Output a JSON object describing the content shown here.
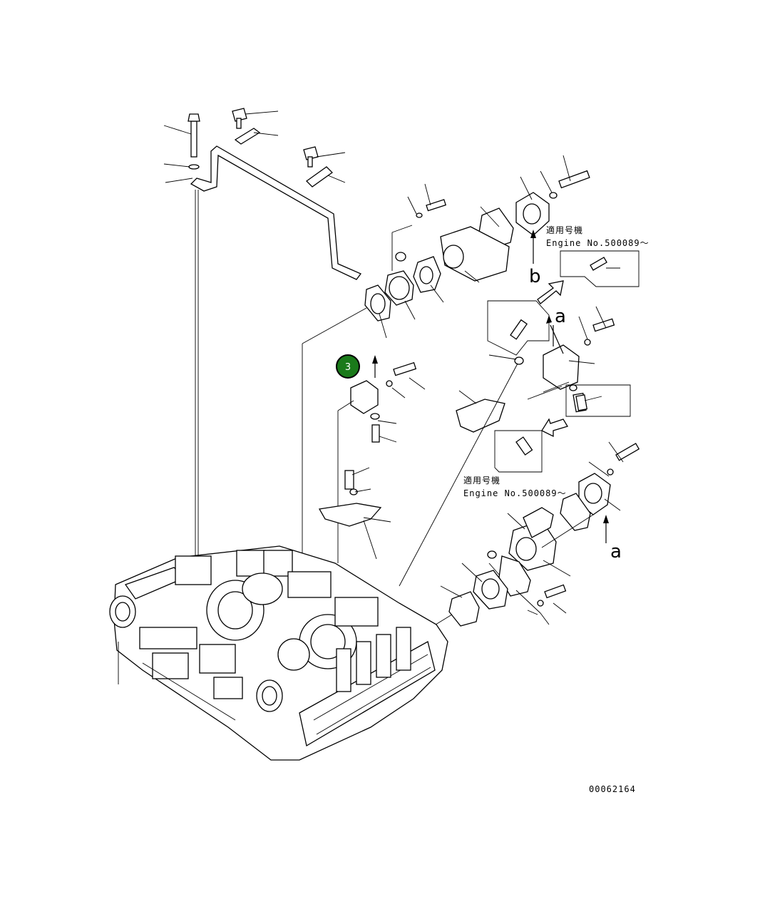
{
  "applicability_notes": [
    {
      "jp": "適用号機",
      "en": "Engine No.500089～"
    },
    {
      "jp": "適用号機",
      "en": "Engine No.500089～"
    }
  ],
  "view_labels": {
    "b_top": "b",
    "a_top": "a",
    "a_bottom": "a"
  },
  "callout": {
    "number": "3",
    "color": "#1a7a1a"
  },
  "figure_number": "00062164"
}
